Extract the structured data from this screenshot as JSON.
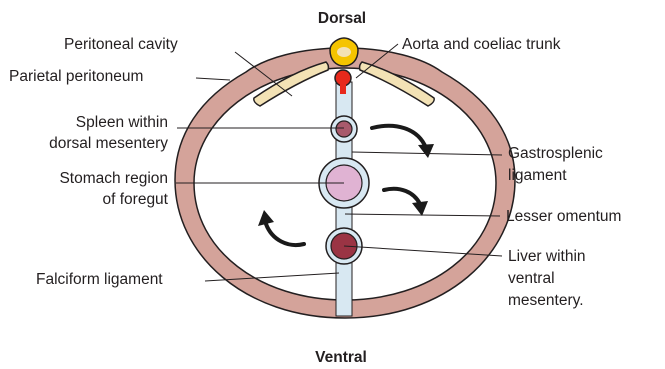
{
  "orientation": {
    "top": "Dorsal",
    "bottom": "Ventral"
  },
  "labels": {
    "peritoneal_cavity": "Peritoneal cavity",
    "parietal_peritoneum": "Parietal peritoneum",
    "spleen_line1": "Spleen within",
    "spleen_line2": "dorsal mesentery",
    "stomach_line1": "Stomach region",
    "stomach_line2": "of foregut",
    "falciform": "Falciform ligament",
    "aorta": "Aorta and coeliac trunk",
    "gastrosplenic_line1": "Gastrosplenic",
    "gastrosplenic_line2": "ligament",
    "lesser_omentum": "Lesser omentum",
    "liver_line1": "Liver within",
    "liver_line2": "ventral",
    "liver_line3": "mesentery."
  },
  "colors": {
    "body_wall": "#d4a39a",
    "outline": "#231f20",
    "mesentery": "#d8e8f2",
    "spleen": "#a85a6c",
    "stomach": "#e0b3d3",
    "liver": "#9a3444",
    "aorta": "#e8291c",
    "vertebra": "#f5c400",
    "rib": "#f3e2b5"
  }
}
